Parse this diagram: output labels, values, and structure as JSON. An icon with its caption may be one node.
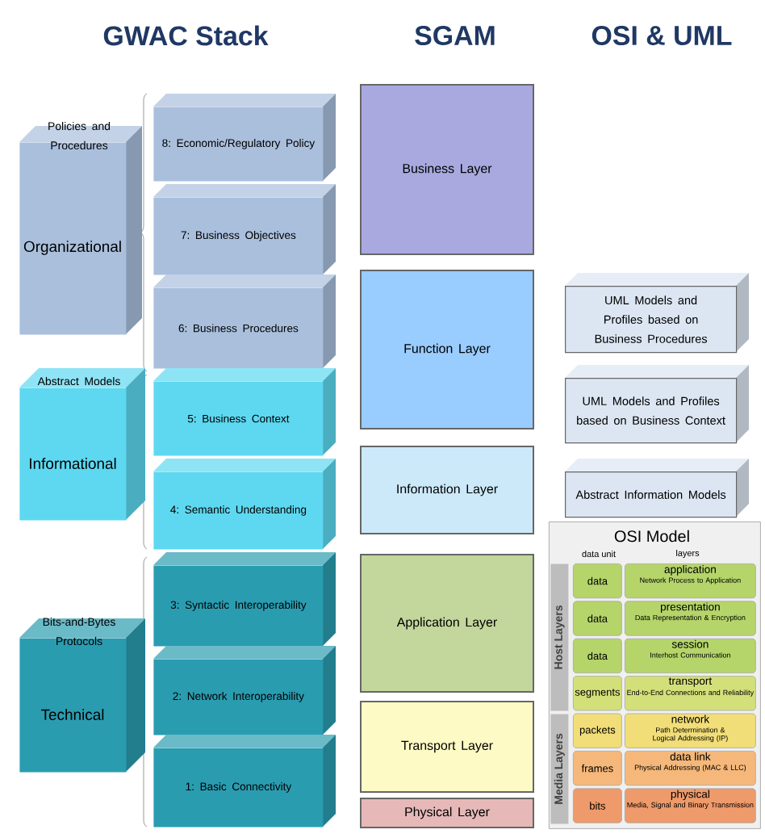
{
  "diagram": {
    "nodes": [
      {
        "text": [
          "Policies and Procedures",
          "Organizational"
        ]
      },
      {
        "text": [
          "Abstract Models",
          "Informational"
        ]
      },
      {
        "text": [
          "Bits-and-Bytes Protocols",
          "Technical"
        ]
      },
      {
        "text": [
          "8: Economic/Regulatory Policy"
        ]
      },
      {
        "text": [
          "7: Business Objectives"
        ]
      },
      {
        "text": [
          "6: Business Procedures"
        ]
      },
      {
        "text": [
          "5: Business Context"
        ]
      },
      {
        "text": [
          "4: Semantic Understanding"
        ]
      },
      {
        "text": [
          "3: Syntactic Interoperability"
        ]
      },
      {
        "text": [
          "2: Network Interoperability"
        ]
      },
      {
        "text": [
          "1: Basic Connectivity"
        ]
      },
      {
        "text": [
          "Business Layer"
        ]
      },
      {
        "text": [
          "Function Layer"
        ]
      },
      {
        "text": [
          "Information Layer"
        ]
      },
      {
        "text": [
          "Application Layer"
        ]
      },
      {
        "text": [
          "Transport Layer"
        ]
      },
      {
        "text": [
          "Physical Layer"
        ]
      },
      {
        "text": [
          "UML Models and Profiles based on Business Procedures"
        ]
      },
      {
        "text": [
          "UML Models and Profiles based on Business Context"
        ]
      },
      {
        "text": [
          "Abstract Information Models"
        ]
      },
      {
        "text": [
          "OSI Model",
          "data unit",
          "layers"
        ]
      },
      {
        "text": [
          "Host Layers"
        ],
        "in": 20
      },
      {
        "text": [
          "Media Layers"
        ],
        "in": 20
      },
      {
        "text": [
          "data"
        ],
        "in": 20
      },
      {
        "text": [
          "application",
          "Network Process to Application"
        ],
        "in": 20
      },
      {
        "text": [
          "data"
        ],
        "in": 20
      },
      {
        "text": [
          "presentation",
          "Data Representation & Encryption"
        ],
        "in": 20
      },
      {
        "text": [
          "data"
        ],
        "in": 20
      },
      {
        "text": [
          "session",
          "Interhost Communication"
        ],
        "in": 20
      },
      {
        "text": [
          "segments"
        ],
        "in": 20
      },
      {
        "text": [
          "transport",
          "End-to-End Connections and Reliability"
        ],
        "in": 20
      },
      {
        "text": [
          "packets"
        ],
        "in": 20
      },
      {
        "text": [
          "network",
          "Path Determination & Logical Addressing (IP)"
        ],
        "in": 20
      },
      {
        "text": [
          "frames"
        ],
        "in": 20
      },
      {
        "text": [
          "data link",
          "Physical Addressing (MAC & LLC)"
        ],
        "in": 20
      },
      {
        "text": [
          "bits"
        ],
        "in": 20
      },
      {
        "text": [
          "physical",
          "Media, Signal and Binary Transmission"
        ],
        "in": 20
      }
    ],
    "labels": [
      "GWAC Stack",
      "SGAM",
      "OSI & UML"
    ]
  }
}
